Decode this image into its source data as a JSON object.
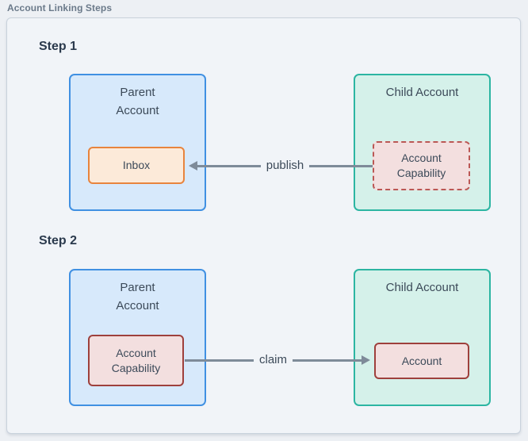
{
  "diagram_title": "Account Linking Steps",
  "colors": {
    "outer_background": "#edf0f4",
    "panel_background": "#f1f4f8",
    "panel_border": "#c9d2dc",
    "parent_box_fill": "#d7e9fb",
    "parent_box_border": "#4090e2",
    "child_box_fill": "#d5f1ea",
    "child_box_border": "#2cb5a2",
    "inbox_fill": "#fcead9",
    "inbox_border": "#e8843d",
    "capability_fill": "#f3dfdf",
    "capability_dashed_border": "#bb5855",
    "capability_solid_border": "#9e403c",
    "arrow": "#7e8b99",
    "heading_text": "#2b3a4d",
    "body_text": "#3c4a59",
    "title_text": "#6b7a8a"
  },
  "steps": [
    {
      "label": "Step 1",
      "parent": {
        "title": "Parent Account",
        "inner_label": "Inbox"
      },
      "child": {
        "title": "Child Account",
        "inner_label": "Account Capability"
      },
      "arrow": {
        "label": "publish",
        "direction": "right-to-left"
      }
    },
    {
      "label": "Step 2",
      "parent": {
        "title": "Parent Account",
        "inner_label": "Account Capability"
      },
      "child": {
        "title": "Child Account",
        "inner_label": "Account"
      },
      "arrow": {
        "label": "claim",
        "direction": "left-to-right"
      }
    }
  ]
}
